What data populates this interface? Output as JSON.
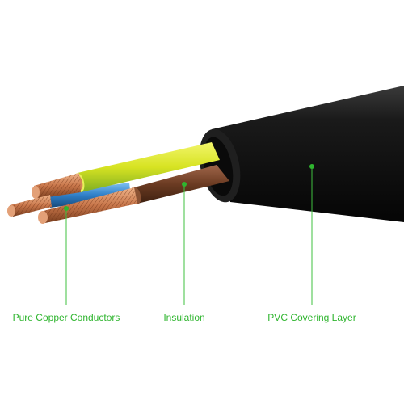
{
  "colors": {
    "label_text": "#2fb52f",
    "leader_line": "#3fc13f",
    "jacket": "#141414",
    "yellow_green": "#d6e21f",
    "brown": "#6b3b22",
    "blue": "#2f7fc8",
    "copper": "#c8764a"
  },
  "labels": {
    "conductors": "Pure Copper Conductors",
    "insulation": "Insulation",
    "covering": "PVC Covering Layer"
  }
}
